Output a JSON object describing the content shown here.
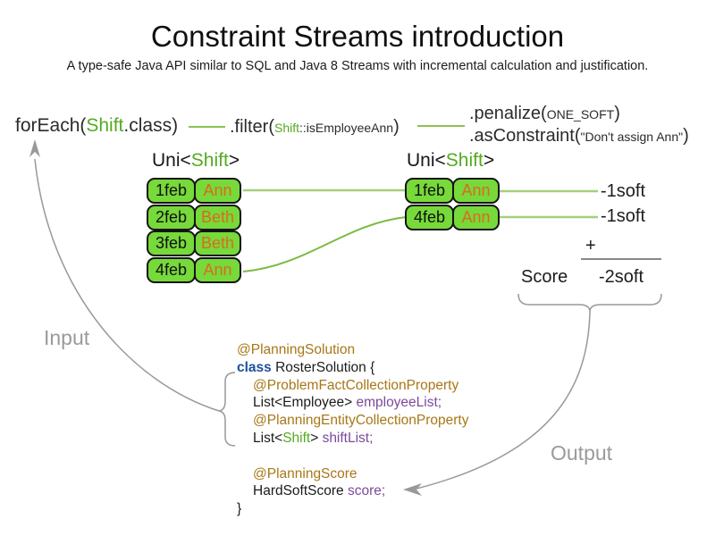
{
  "header": {
    "title": "Constraint Streams introduction",
    "subtitle": "A type-safe Java API similar to SQL and Java 8 Streams with incremental calculation and justification."
  },
  "pipeline": {
    "foreach_pre": "forEach(",
    "foreach_class": "Shift",
    "foreach_post": ".class)",
    "filter_pre": ".filter(",
    "filter_class": "Shift",
    "filter_method": "::isEmployeeAnn",
    "filter_post": ")",
    "penalize_pre": ".penalize(",
    "penalize_arg": "ONE_SOFT",
    "penalize_post": ")",
    "asconstraint_pre": ".asConstraint(",
    "asconstraint_arg": "\"Don't assign Ann\"",
    "asconstraint_post": ")"
  },
  "left_stream": {
    "label_pre": "Uni<",
    "label_type": "Shift",
    "label_post": ">",
    "rows": [
      {
        "date": "1feb",
        "employee": "Ann"
      },
      {
        "date": "2feb",
        "employee": "Beth"
      },
      {
        "date": "3feb",
        "employee": "Beth"
      },
      {
        "date": "4feb",
        "employee": "Ann"
      }
    ]
  },
  "right_stream": {
    "label_pre": "Uni<",
    "label_type": "Shift",
    "label_post": ">",
    "rows": [
      {
        "date": "1feb",
        "employee": "Ann"
      },
      {
        "date": "4feb",
        "employee": "Ann"
      }
    ]
  },
  "score_panel": {
    "penalty_1": "-1soft",
    "penalty_2": "-1soft",
    "plus_sign": "+",
    "score_label": "Score",
    "score_value": "-2soft"
  },
  "flow_labels": {
    "input": "Input",
    "output": "Output"
  },
  "code_block": {
    "annotation_solution": "@PlanningSolution",
    "keyword_class": "class",
    "class_decl": " RosterSolution {",
    "annotation_problem_fact": "@ProblemFactCollectionProperty",
    "employee_list_type": "List<Employee> ",
    "employee_list_field": "employeeList;",
    "annotation_planning_entity": "@PlanningEntityCollectionProperty",
    "shift_list_pre": "List<",
    "shift_list_type": "Shift",
    "shift_list_mid": "> ",
    "shift_list_field": "shiftList;",
    "annotation_planning_score": "@PlanningScore",
    "score_type": "HardSoftScore ",
    "score_field": "score;",
    "closing_brace": "}"
  },
  "colors": {
    "cell_green": "#77d93a",
    "type_green": "#55aa22",
    "employee_orange": "#d96c1e",
    "annotation_gold": "#a87718",
    "keyword_blue": "#1d4f9e",
    "field_purple": "#7a4b9b",
    "connector_green_light": "#a6cf7d",
    "connector_green": "#7cba42",
    "pipeline_line_green": "#8cc152",
    "arrow_gray": "#999999"
  }
}
